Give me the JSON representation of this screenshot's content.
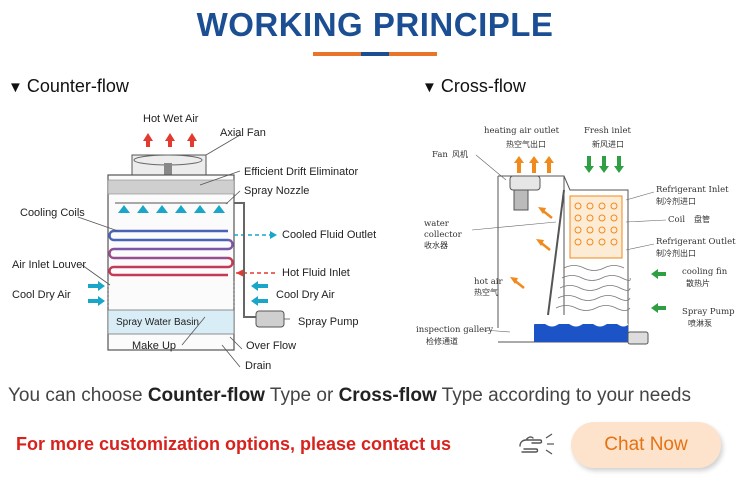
{
  "header": {
    "title": "WORKING PRINCIPLE",
    "underline_colors": [
      "#e8752a",
      "#1b4e92",
      "#e8752a"
    ]
  },
  "counterflow": {
    "heading": "Counter-flow",
    "labels": {
      "hot_wet_air": "Hot Wet Air",
      "axial_fan": "Axial Fan",
      "drift": "Efficient Drift Eliminator",
      "nozzle": "Spray Nozzle",
      "coils": "Cooling Coils",
      "cooled_outlet": "Cooled Fluid Outlet",
      "louver": "Air Inlet Louver",
      "hot_inlet": "Hot Fluid Inlet",
      "cool_dry_left": "Cool Dry Air",
      "cool_dry_right": "Cool Dry Air",
      "basin": "Spray Water Basin",
      "pump": "Spray Pump",
      "make_up": "Make Up",
      "over_flow": "Over Flow",
      "drain": "Drain"
    }
  },
  "crossflow": {
    "heading": "Cross-flow",
    "labels": {
      "heating_outlet": "heating air outlet",
      "heating_outlet_cn": "热空气出口",
      "fresh_inlet": "Fresh inlet",
      "fresh_inlet_cn": "新风进口",
      "fan": "Fan",
      "fan_cn": "风机",
      "refr_inlet": "Refrigerant Inlet",
      "refr_inlet_cn": "制冷剂进口",
      "coil": "Coil",
      "coil_cn": "盘管",
      "water_collector_1": "water",
      "water_collector_2": "collector",
      "water_collector_cn": "收水器",
      "refr_outlet": "Refrigerant Outlet",
      "refr_outlet_cn": "制冷剂出口",
      "cooling_fin": "cooling fin",
      "cooling_fin_cn": "散热片",
      "hot_air": "hot air",
      "hot_air_cn": "热空气",
      "spray_pump": "Spray Pump",
      "spray_pump_cn": "喷淋泵",
      "gallery": "inspection gallery",
      "gallery_cn": "检修通道"
    }
  },
  "footer": {
    "info_prefix": "You can choose ",
    "info_counter": "Counter-flow",
    "info_middle": " Type or ",
    "info_cross": "Cross-flow",
    "info_suffix": " Type according to your needs",
    "contact": "For more customization options, please contact us",
    "chat_button": "Chat Now"
  },
  "colors": {
    "title": "#1b4e92",
    "contact": "#d8221d",
    "chat_bg": "#fde2cc",
    "chat_text": "#e67312",
    "hot": "#e23a2e",
    "cool": "#19a6c9",
    "coil_red": "#c43b57",
    "coil_blue": "#4a63b6",
    "cross_orange": "#f08a1c",
    "cross_green": "#2ea043",
    "basin_blue": "#1c54c8"
  }
}
